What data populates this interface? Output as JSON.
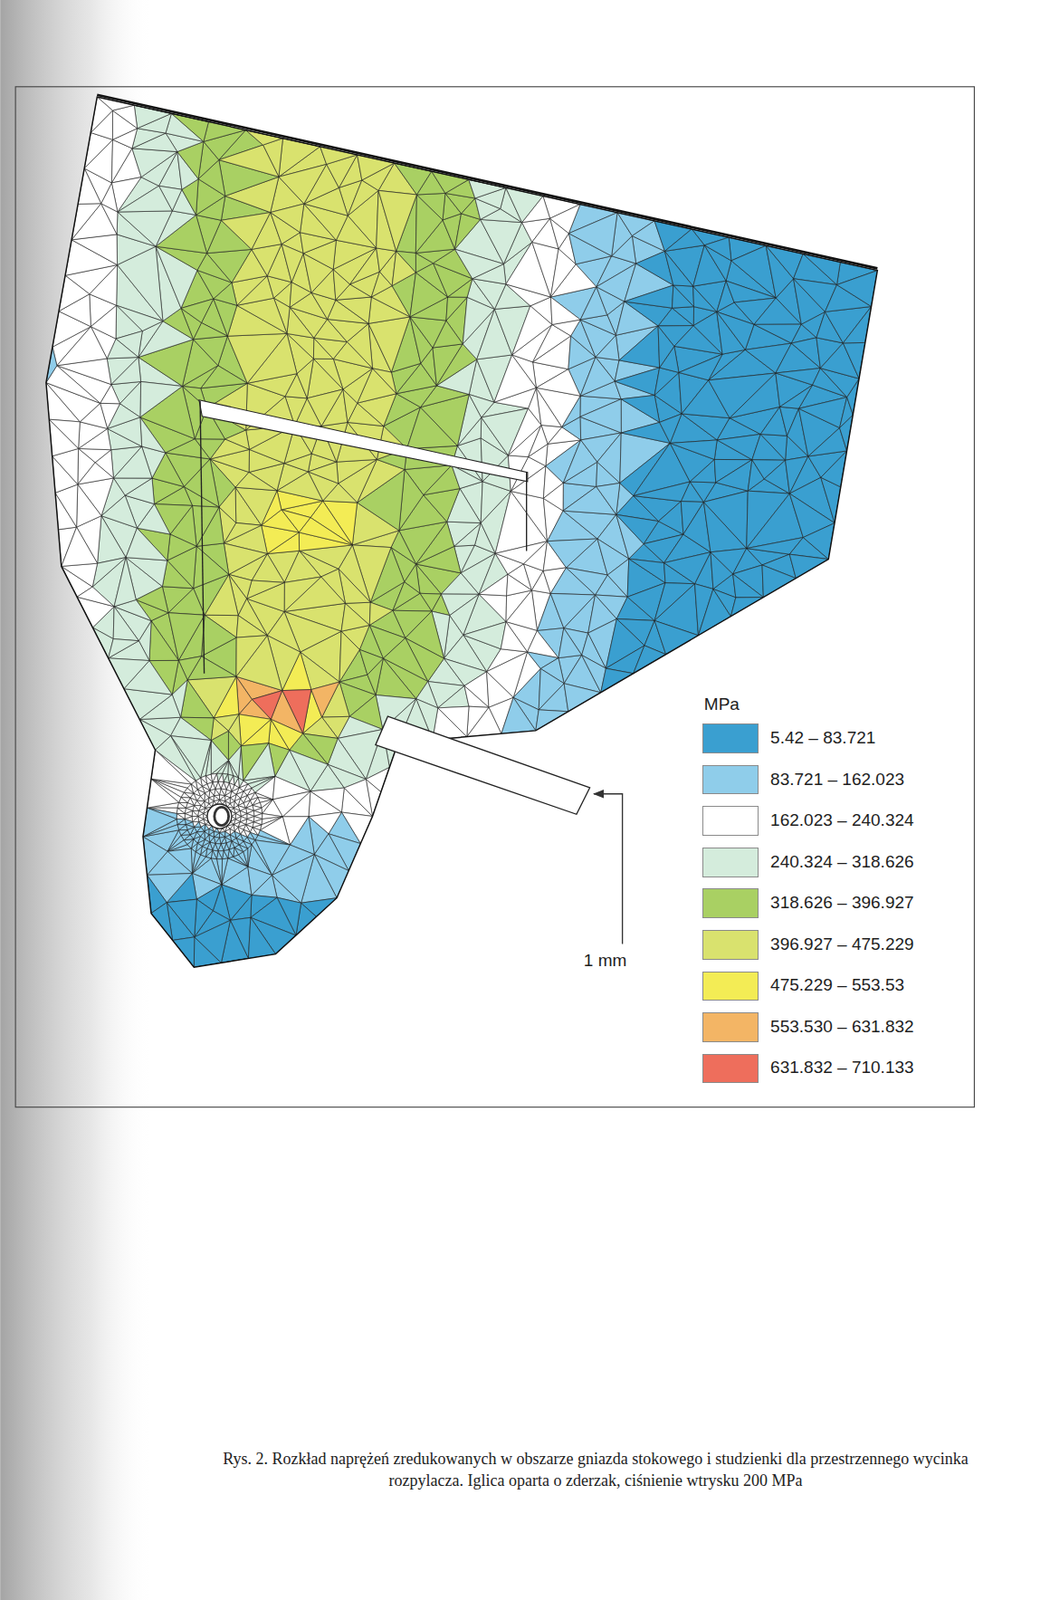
{
  "diagram": {
    "caption": "Rys. 2. Rozkład naprężeń zredukowanych w obszarze gniazda stokowego i studzienki dla przestrzennego wycinka rozpylacza. Iglica oparta o zderzak, ciśnienie wtrysku 200 MPa",
    "labels": [
      "MPa",
      "1 mm"
    ],
    "legend": [
      {
        "text": "5.42 – 83.721",
        "color": "#3a9fd0"
      },
      {
        "text": "83.721 – 162.023",
        "color": "#8fcdea"
      },
      {
        "text": "162.023 – 240.324",
        "color": "#ffffff"
      },
      {
        "text": "240.324 – 318.626",
        "color": "#d4ecdc"
      },
      {
        "text": "318.626 – 396.927",
        "color": "#a9d063"
      },
      {
        "text": "396.927 – 475.229",
        "color": "#d9e26e"
      },
      {
        "text": "475.229 – 553.53",
        "color": "#f3ec55"
      },
      {
        "text": "553.530 – 631.832",
        "color": "#f3b565"
      },
      {
        "text": "631.832 – 710.133",
        "color": "#ee6e5c"
      }
    ]
  }
}
